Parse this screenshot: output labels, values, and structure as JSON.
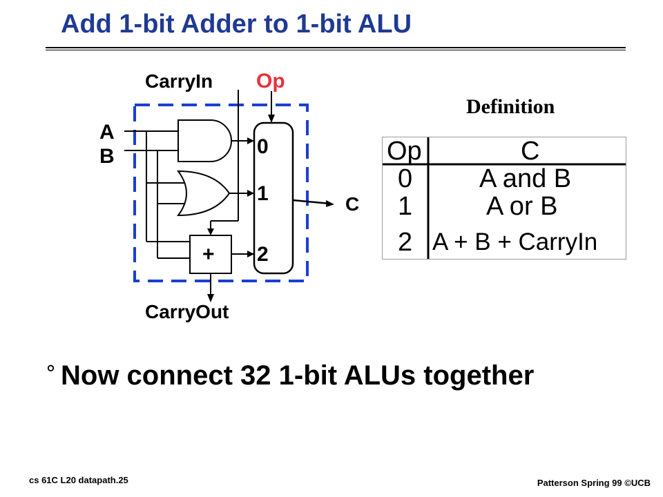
{
  "slide": {
    "title": "Add 1-bit Adder to 1-bit ALU",
    "bullet_mark": "°",
    "bullet_text": "Now connect 32 1-bit ALUs together",
    "footer_left": "cs 61C  L20  datapath.25",
    "footer_right": "Patterson  Spring 99  ©UCB"
  },
  "diagram": {
    "carry_in_label": "CarryIn",
    "op_label": "Op",
    "input_a": "A",
    "input_b": "B",
    "adder_symbol": "+",
    "mux_inputs": [
      "0",
      "1",
      "2"
    ],
    "output_label": "C",
    "carry_out_label": "CarryOut",
    "colors": {
      "op": "#e8323c",
      "dashed_box": "#1a3fcf",
      "title": "#1f3a93"
    }
  },
  "definition": {
    "title": "Definition",
    "header": {
      "op": "Op",
      "result": "C"
    },
    "rows": [
      {
        "op": "0",
        "result": "A and B"
      },
      {
        "op": "1",
        "result": "A or B"
      },
      {
        "op": "2",
        "result": "A + B + CarryIn"
      }
    ]
  }
}
